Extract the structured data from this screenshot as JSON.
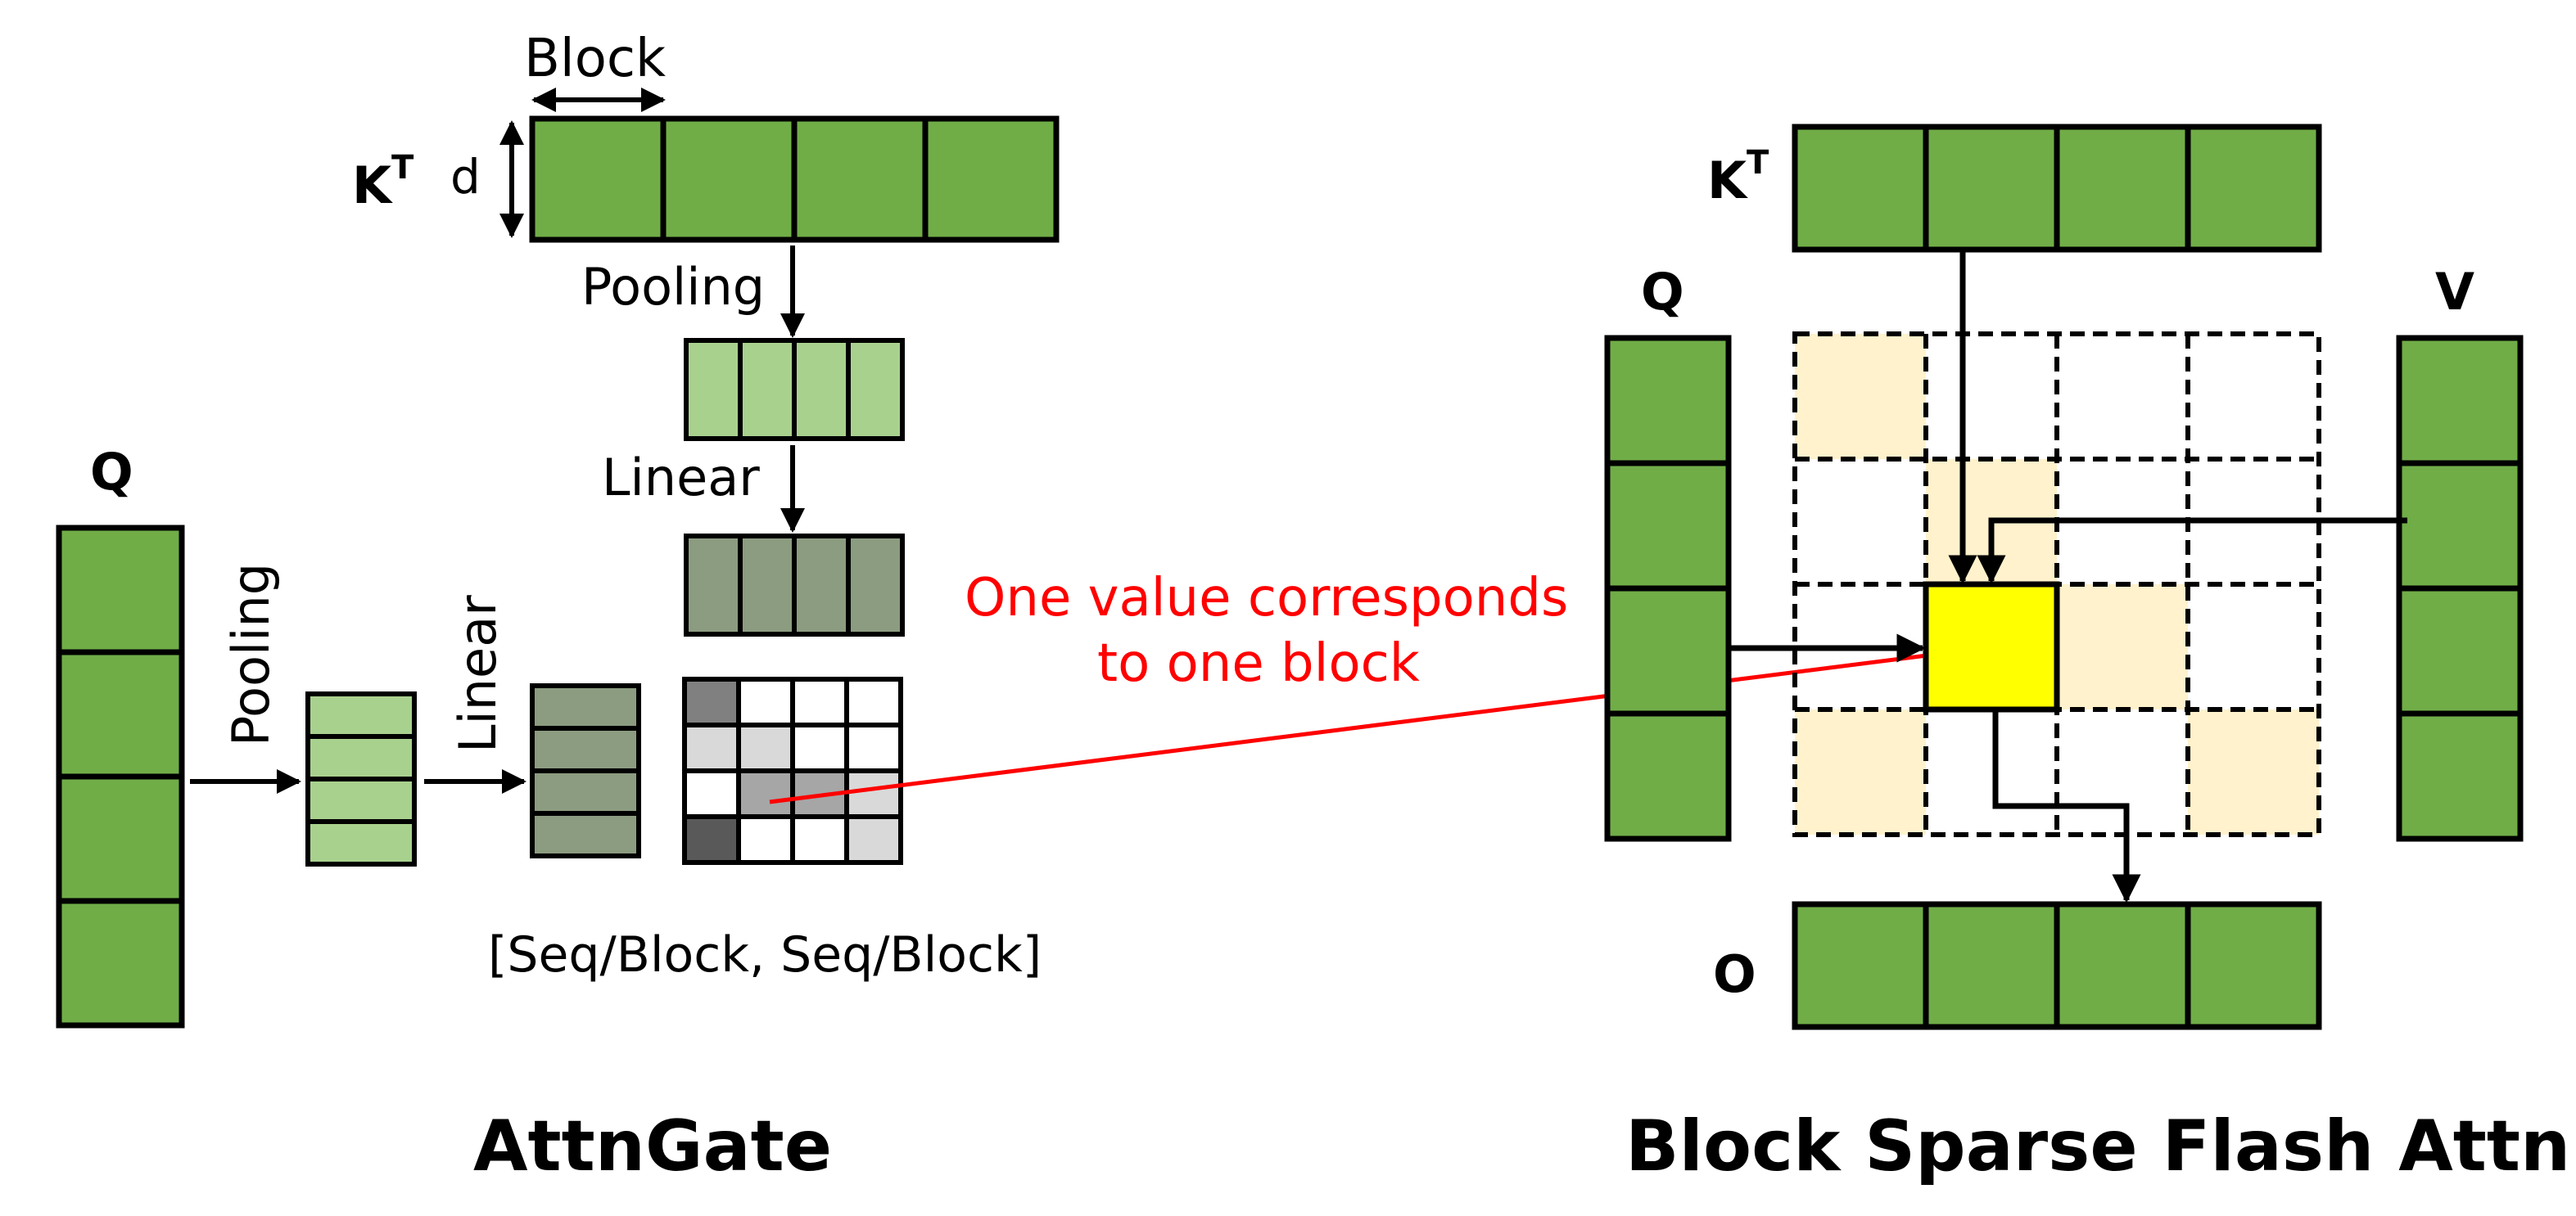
{
  "left": {
    "title": "AttnGate",
    "kt_label": "K",
    "kt_sup": "T",
    "q_label": "Q",
    "block_label": "Block",
    "d_label": "d",
    "pooling_k": "Pooling",
    "linear_k": "Linear",
    "pooling_q": "Pooling",
    "linear_q": "Linear",
    "shape_label": "[Seq/Block, Seq/Block]"
  },
  "annotation": {
    "line1": "One value corresponds",
    "line2": "to one block"
  },
  "right": {
    "title": "Block Sparse Flash Attn",
    "kt_label": "K",
    "kt_sup": "T",
    "q_label": "Q",
    "v_label": "V",
    "o_label": "O"
  },
  "colors": {
    "green": "#70ad47",
    "light_green": "#a9d18e",
    "gray_green": "#8c9c80",
    "beige": "#fff2cc",
    "yellow": "#ffff00",
    "red": "#ff0000"
  }
}
